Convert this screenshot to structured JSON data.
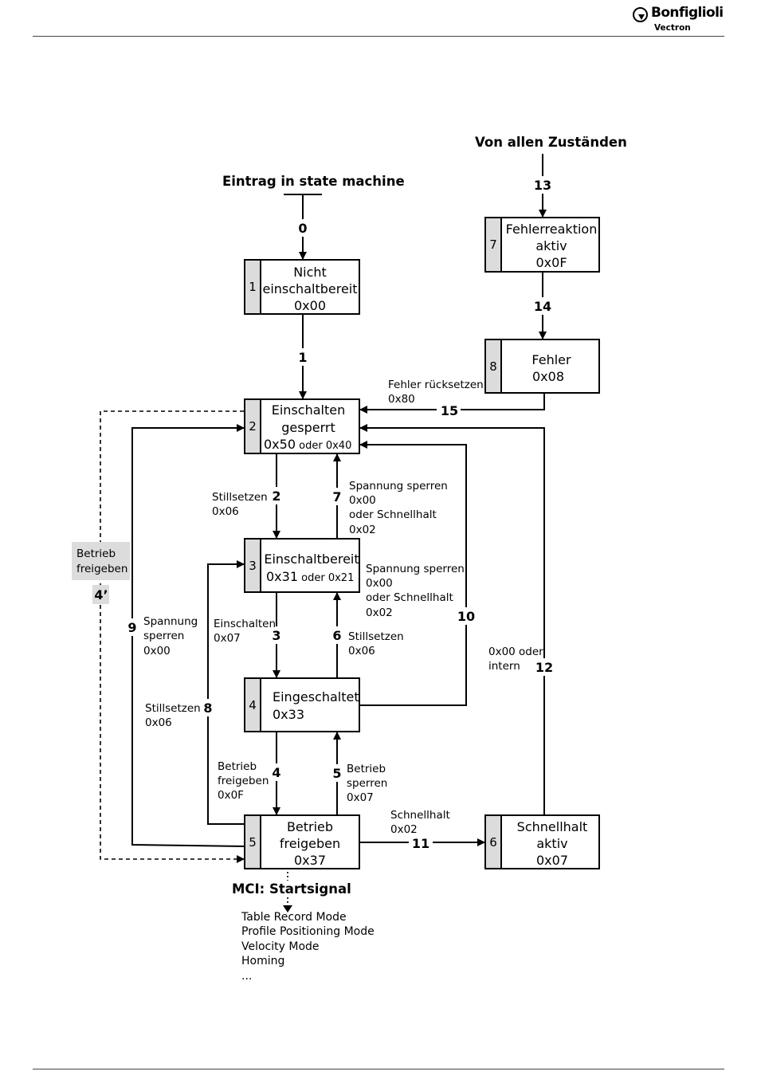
{
  "brand": {
    "name": "Bonfiglioli",
    "sub": "Vectron"
  },
  "headings": {
    "entry": "Eintrag in state machine",
    "from_all": "Von allen Zuständen",
    "mci": "MCI: Startsignal"
  },
  "states": [
    {
      "id": "1",
      "lines": [
        "Nicht",
        "einschaltbereit",
        "0x00"
      ]
    },
    {
      "id": "2",
      "lines": [
        "Einschalten",
        "gesperrt"
      ],
      "code_main": "0x50",
      "code_rest": " oder 0x40"
    },
    {
      "id": "3",
      "lines": [
        "Einschaltbereit"
      ],
      "code_main": "0x31",
      "code_rest": " oder 0x21"
    },
    {
      "id": "4",
      "lines": [
        "Eingeschaltet",
        "0x33"
      ]
    },
    {
      "id": "5",
      "lines": [
        "Betrieb",
        "freigeben",
        "0x37"
      ]
    },
    {
      "id": "6",
      "lines": [
        "Schnellhalt",
        "aktiv",
        "0x07"
      ]
    },
    {
      "id": "7",
      "lines": [
        "Fehlerreaktion",
        "aktiv",
        "0x0F"
      ]
    },
    {
      "id": "8",
      "lines": [
        "Fehler",
        "0x08"
      ]
    }
  ],
  "transitions": [
    {
      "num": "0",
      "label": []
    },
    {
      "num": "1",
      "label": []
    },
    {
      "num": "2",
      "label": [
        "Stillsetzen",
        "0x06"
      ]
    },
    {
      "num": "3",
      "label": [
        "Einschalten",
        "0x07"
      ]
    },
    {
      "num": "4",
      "label": [
        "Betrieb",
        "freigeben",
        "0x0F"
      ]
    },
    {
      "num": "4’",
      "label": [
        "Betrieb",
        "freigeben"
      ]
    },
    {
      "num": "5",
      "label": [
        "Betrieb",
        "sperren",
        "0x07"
      ]
    },
    {
      "num": "6",
      "label": [
        "Stillsetzen",
        "0x06"
      ]
    },
    {
      "num": "7",
      "label": [
        "Spannung sperren",
        "0x00",
        "oder Schnellhalt",
        "0x02"
      ]
    },
    {
      "num": "8",
      "label": [
        "Stillsetzen",
        "0x06"
      ]
    },
    {
      "num": "9",
      "label": [
        "Spannung",
        "sperren",
        "0x00"
      ]
    },
    {
      "num": "10",
      "label": [
        "Spannung sperren",
        "0x00",
        "oder Schnellhalt",
        "0x02"
      ]
    },
    {
      "num": "11",
      "label": [
        "Schnellhalt",
        "0x02"
      ]
    },
    {
      "num": "12",
      "label": [
        "0x00 oder",
        "intern"
      ]
    },
    {
      "num": "13",
      "label": []
    },
    {
      "num": "14",
      "label": []
    },
    {
      "num": "15",
      "label": [
        "Fehler rücksetzen",
        "0x80"
      ]
    }
  ],
  "modes": [
    "Table Record Mode",
    "Profile Positioning Mode",
    "Velocity Mode",
    "Homing",
    "..."
  ]
}
